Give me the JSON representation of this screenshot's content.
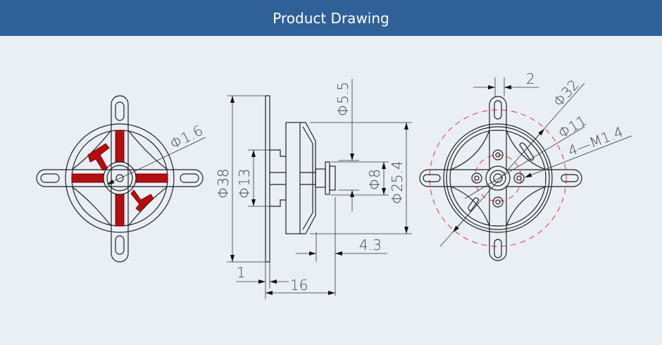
{
  "header": {
    "title": "Product Drawing"
  },
  "front_view": {
    "hole_dia": "Φ1.6"
  },
  "side_view": {
    "mount_dia": "Φ38",
    "boss_dia": "Φ13",
    "shaft_dia": "Φ5.5",
    "flange_dia": "Φ8",
    "body_dia": "Φ25.4",
    "shaft_length": "4.3",
    "plate_thickness": "1",
    "overall_length": "16"
  },
  "rear_view": {
    "slot_width": "2",
    "mount_circle": "Φ32",
    "hole_circle": "Φ11",
    "thread": "4—M1.4"
  },
  "colors": {
    "header": "#2f6198",
    "background": "#eaeff6",
    "centerline": "#e0343a",
    "winding": "#b01010"
  }
}
